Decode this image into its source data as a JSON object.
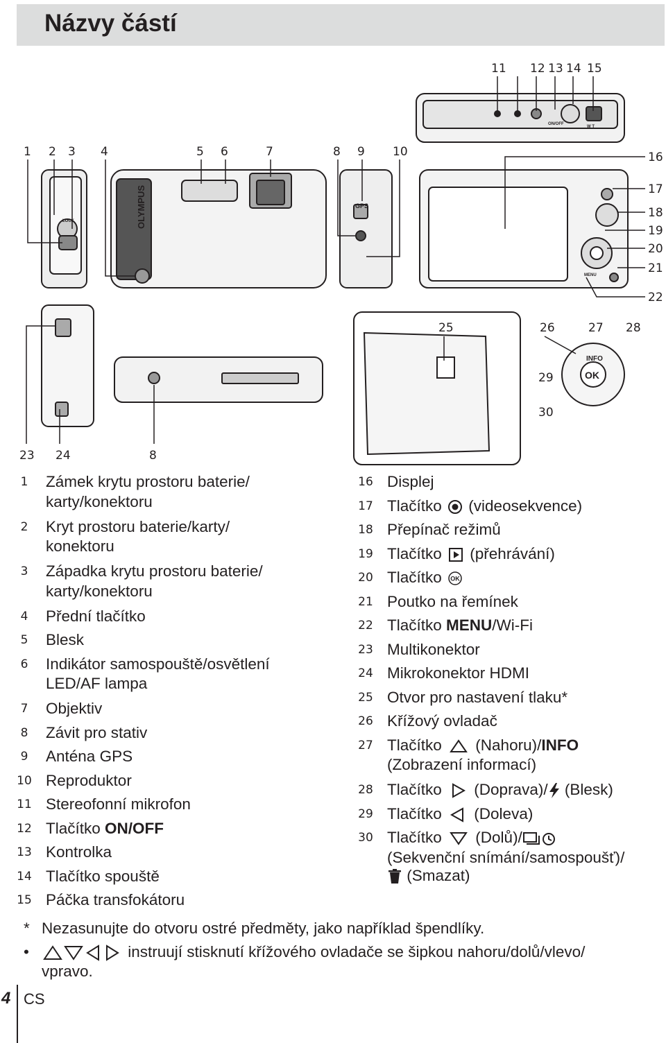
{
  "page": {
    "title": "Názvy částí",
    "page_number": "4",
    "language": "CS"
  },
  "callouts": [
    "1",
    "2",
    "3",
    "4",
    "5",
    "6",
    "7",
    "8",
    "9",
    "10",
    "11",
    "12",
    "13",
    "14",
    "15",
    "16",
    "17",
    "18",
    "19",
    "20",
    "21",
    "22",
    "23",
    "24",
    "25",
    "26",
    "27",
    "28",
    "29",
    "30"
  ],
  "camera_labels": {
    "brand": "OLYMPUS",
    "gps": "GPS",
    "info": "INFO",
    "ok": "OK",
    "on_off": "ON/OFF",
    "lock": "LOCK",
    "menu": "MENU",
    "zoom": "W  T"
  },
  "left_items": [
    {
      "num": "1",
      "text": "Zámek krytu prostoru baterie/",
      "cont": "karty/konektoru"
    },
    {
      "num": "2",
      "text": "Kryt prostoru baterie/karty/",
      "cont": "konektoru"
    },
    {
      "num": "3",
      "text": "Západka krytu prostoru baterie/",
      "cont": "karty/konektoru"
    },
    {
      "num": "4",
      "text": "Přední tlačítko"
    },
    {
      "num": "5",
      "text": "Blesk"
    },
    {
      "num": "6",
      "text": "Indikátor samospouště/osvětlení",
      "cont": "LED/AF lampa"
    },
    {
      "num": "7",
      "text": "Objektiv"
    },
    {
      "num": "8",
      "text": "Závit pro stativ"
    },
    {
      "num": "9",
      "text": "Anténa GPS"
    },
    {
      "num": "10",
      "text": "Reproduktor"
    },
    {
      "num": "11",
      "text": "Stereofonní mikrofon"
    },
    {
      "num": "12",
      "text": "Tlačítko ",
      "bold": "ON/OFF"
    },
    {
      "num": "13",
      "text": "Kontrolka"
    },
    {
      "num": "14",
      "text": "Tlačítko spouště"
    },
    {
      "num": "15",
      "text": "Páčka transfokátoru"
    }
  ],
  "right_items": [
    {
      "num": "16",
      "text": "Displej"
    },
    {
      "num": "17",
      "text": "Tlačítko",
      "after": " (videosekvence)",
      "icon": "record-icon"
    },
    {
      "num": "18",
      "text": "Přepínač režimů"
    },
    {
      "num": "19",
      "text": "Tlačítko",
      "after": " (přehrávání)",
      "icon": "playback-icon"
    },
    {
      "num": "20",
      "text": "Tlačítko",
      "after": "",
      "icon": "ok-icon"
    },
    {
      "num": "21",
      "text": "Poutko na řemínek"
    },
    {
      "num": "22",
      "text": "Tlačítko ",
      "bold": "MENU",
      "after": "/Wi-Fi"
    },
    {
      "num": "23",
      "text": "Multikonektor"
    },
    {
      "num": "24",
      "text": "Mikrokonektor HDMI"
    },
    {
      "num": "25",
      "text": "Otvor pro nastavení tlaku*"
    },
    {
      "num": "26",
      "text": "Křížový ovladač"
    },
    {
      "num": "27",
      "text": "Tlačítko",
      "after": " (Nahoru)/",
      "bold2": "INFO",
      "cont": "(Zobrazení informací)",
      "icon": "arrow-up-icon"
    },
    {
      "num": "28",
      "text": "Tlačítko",
      "after": " (Doprava)/",
      "after2": " (Blesk)",
      "icon": "arrow-right-icon",
      "icon2": "flash-icon"
    },
    {
      "num": "29",
      "text": "Tlačítko",
      "after": " (Doleva)",
      "icon": "arrow-left-icon"
    },
    {
      "num": "30",
      "text": "Tlačítko",
      "after": " (Dolů)/",
      "icon": "arrow-down-icon",
      "icon2": "sequential-selftimer-icon",
      "cont": "(Sekvenční snímání/samospoušť)/",
      "cont2": " (Smazat)",
      "icon3": "trash-icon"
    }
  ],
  "notes": [
    {
      "bullet": "*",
      "text": "Nezasunujte do otvoru ostré předměty, jako například špendlíky."
    },
    {
      "bullet": "•",
      "text": " instruují stisknutí křížového ovladače se šipkou nahoru/dolů/vlevo/",
      "cont": "vpravo.",
      "icon": "four-arrows-icon"
    }
  ]
}
